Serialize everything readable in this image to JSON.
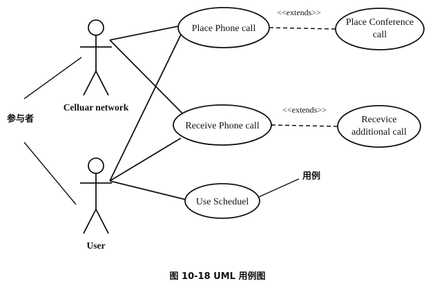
{
  "diagram": {
    "actors": {
      "cellular": "Celluar network",
      "user": "User"
    },
    "annotations": {
      "participant": "参与者",
      "use_case": "用例"
    },
    "use_cases": {
      "place_phone_call": "Place Phone call",
      "place_conference_line1": "Place Conference",
      "place_conference_line2": "call",
      "receive_phone_call": "Receive Phone call",
      "receive_additional_line1": "Recevice",
      "receive_additional_line2": "additional call",
      "use_scheduel": "Use Scheduel"
    },
    "stereotypes": {
      "extends_top": "<<extends>>",
      "extends_bottom": "<<extends>>"
    },
    "caption": "图 10-18   UML 用例图"
  }
}
